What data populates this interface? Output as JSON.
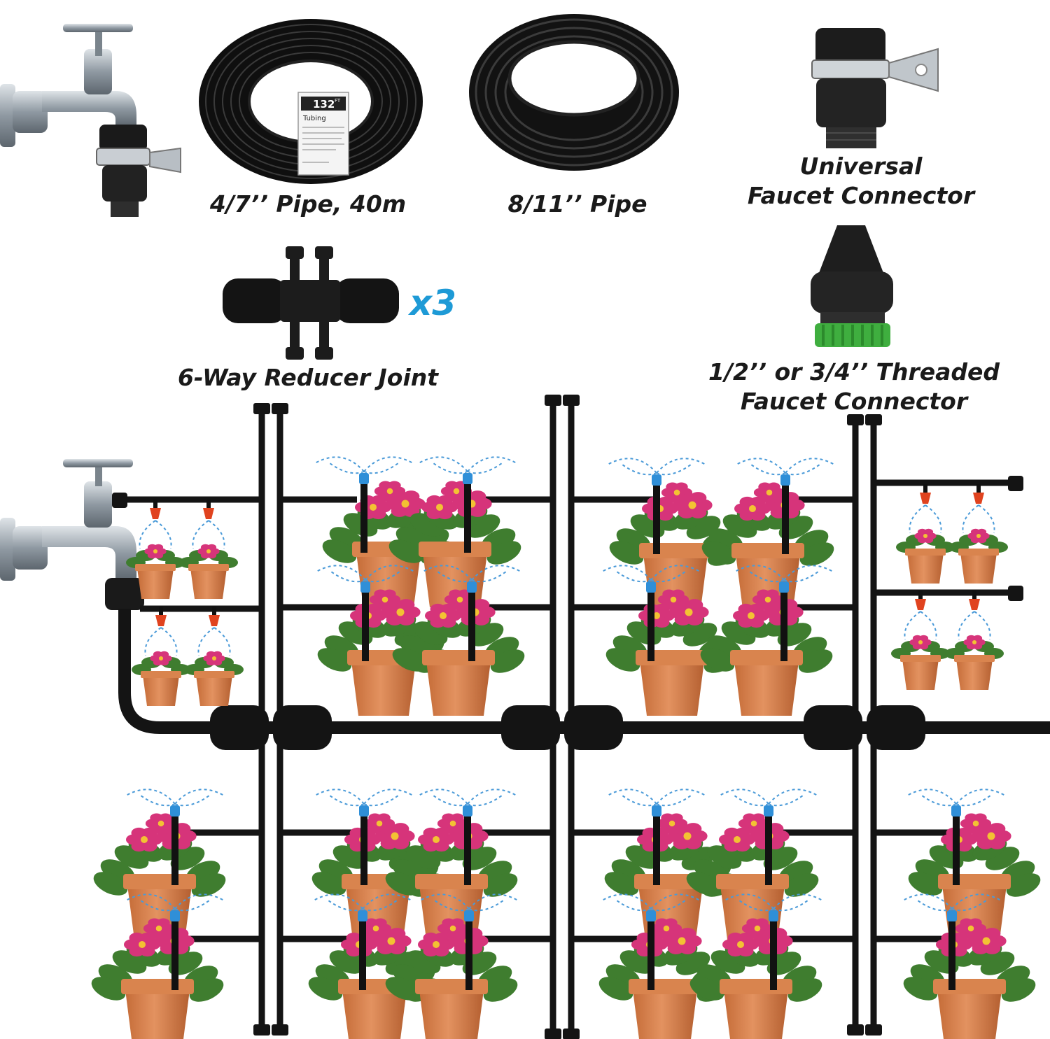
{
  "labels": {
    "pipe_small": "4/7’’ Pipe, 40m",
    "pipe_large": "8/11’’ Pipe",
    "universal_line1": "Universal",
    "universal_line2": "Faucet Connector",
    "reducer": "6-Way Reducer Joint",
    "reducer_qty": "x3",
    "threaded_line1": "1/2’’ or 3/4’’ Threaded",
    "threaded_line2": "Faucet Connector"
  },
  "tag": {
    "length": "132",
    "unit": "FT",
    "word": "Tubing"
  },
  "colors": {
    "pipe": "#141414",
    "metal": "#9aa3ab",
    "pot": "#d9844e",
    "flower": "#d6347a",
    "leaf": "#3f7d2f",
    "sprinkler_blue": "#2f8fd8",
    "dripper_red": "#e0431f",
    "spray": "#4a9ad8",
    "accent_green": "#3fae3f",
    "qty_blue": "#1e9ad6"
  },
  "icons": [
    "faucet-icon",
    "pipe-coil-icon",
    "faucet-connector-icon",
    "reducer-joint-icon",
    "threaded-connector-icon",
    "flower-pot-icon",
    "sprinkler-icon",
    "dripper-icon"
  ]
}
